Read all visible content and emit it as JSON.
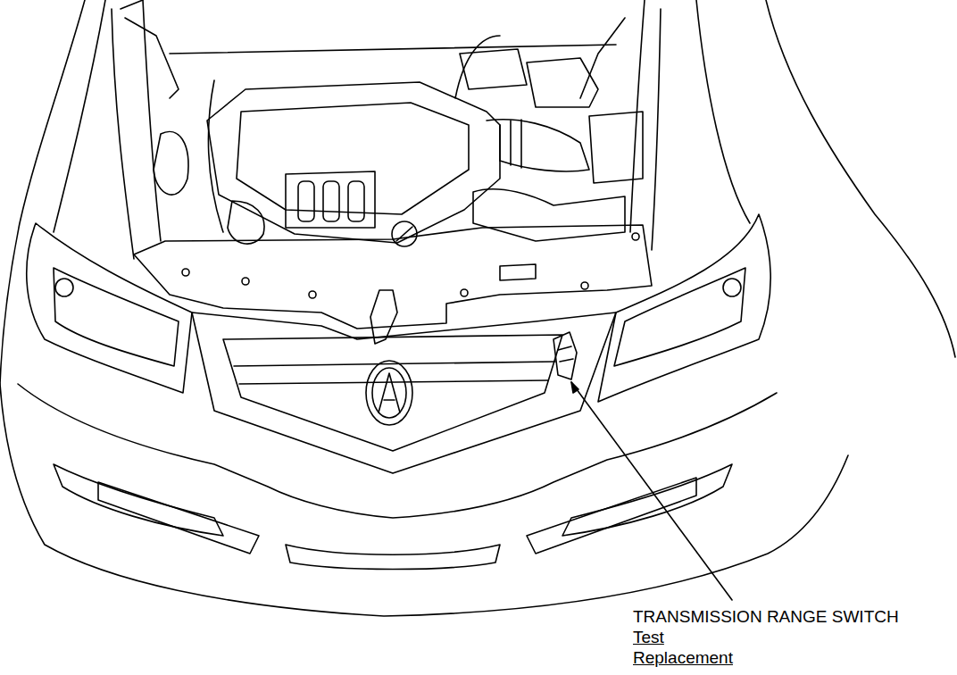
{
  "diagram": {
    "labels": [
      "TRANSMISSION RANGE SWITCH",
      "Test",
      "Replacement"
    ]
  }
}
